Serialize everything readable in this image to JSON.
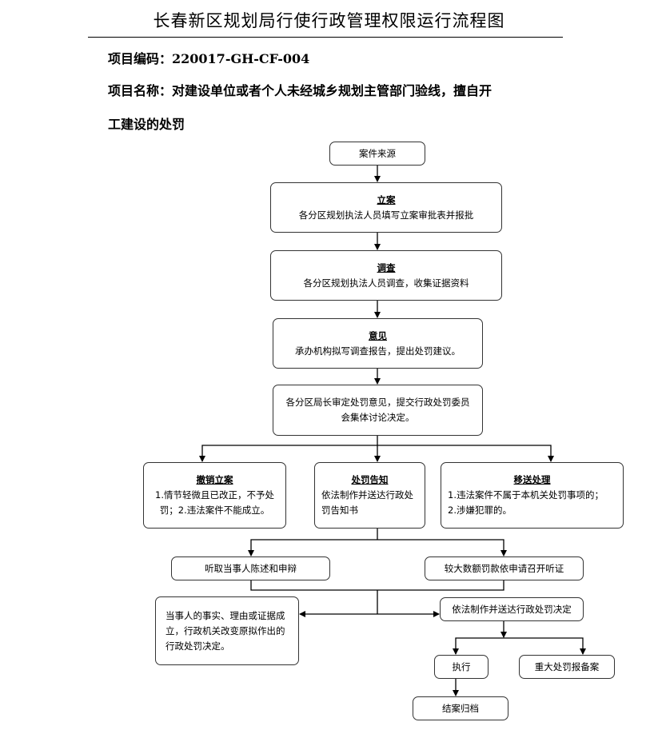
{
  "document": {
    "title": "长春新区规划局行使行政管理权限运行流程图",
    "project_code_label": "项目编码：",
    "project_code": "220017-GH-CF-004",
    "project_name_label": "项目名称：",
    "project_name_line1": "对建设单位或者个人未经城乡规划主管部门验线，擅自开",
    "project_name_line2": "工建设的处罚"
  },
  "flow": {
    "source": {
      "text": "案件来源"
    },
    "register": {
      "heading": "立案",
      "text": "各分区规划执法人员填写立案审批表并报批"
    },
    "investigate": {
      "heading": "调查",
      "text": "各分区规划执法人员调查，收集证据资料"
    },
    "opinion": {
      "heading": "意见",
      "text": "承办机构拟写调查报告，提出处罚建议。"
    },
    "decision": {
      "text": "各分区局长审定处罚意见，提交行政处罚委员会集体讨论决定。"
    },
    "revoke": {
      "heading": "撤销立案",
      "text": "1.情节轻微且已改正，不予处罚；2.违法案件不能成立。"
    },
    "notify": {
      "heading": "处罚告知",
      "text": "依法制作并送达行政处罚告知书"
    },
    "transfer": {
      "heading": "移送处理",
      "line1": "1.违法案件不属于本机关处罚事项的；",
      "line2": "2.涉嫌犯罪的。"
    },
    "hear": {
      "text": "听取当事人陈述和申辩"
    },
    "hearing": {
      "text": "较大数额罚款依申请召开听证"
    },
    "change": {
      "text": "当事人的事实、理由或证据成立，行政机关改变原拟作出的行政处罚决定。"
    },
    "penalty_decision": {
      "text": "依法制作并送达行政处罚决定"
    },
    "execute": {
      "text": "执行"
    },
    "report": {
      "text": "重大处罚报备案"
    },
    "archive": {
      "text": "结案归档"
    }
  }
}
